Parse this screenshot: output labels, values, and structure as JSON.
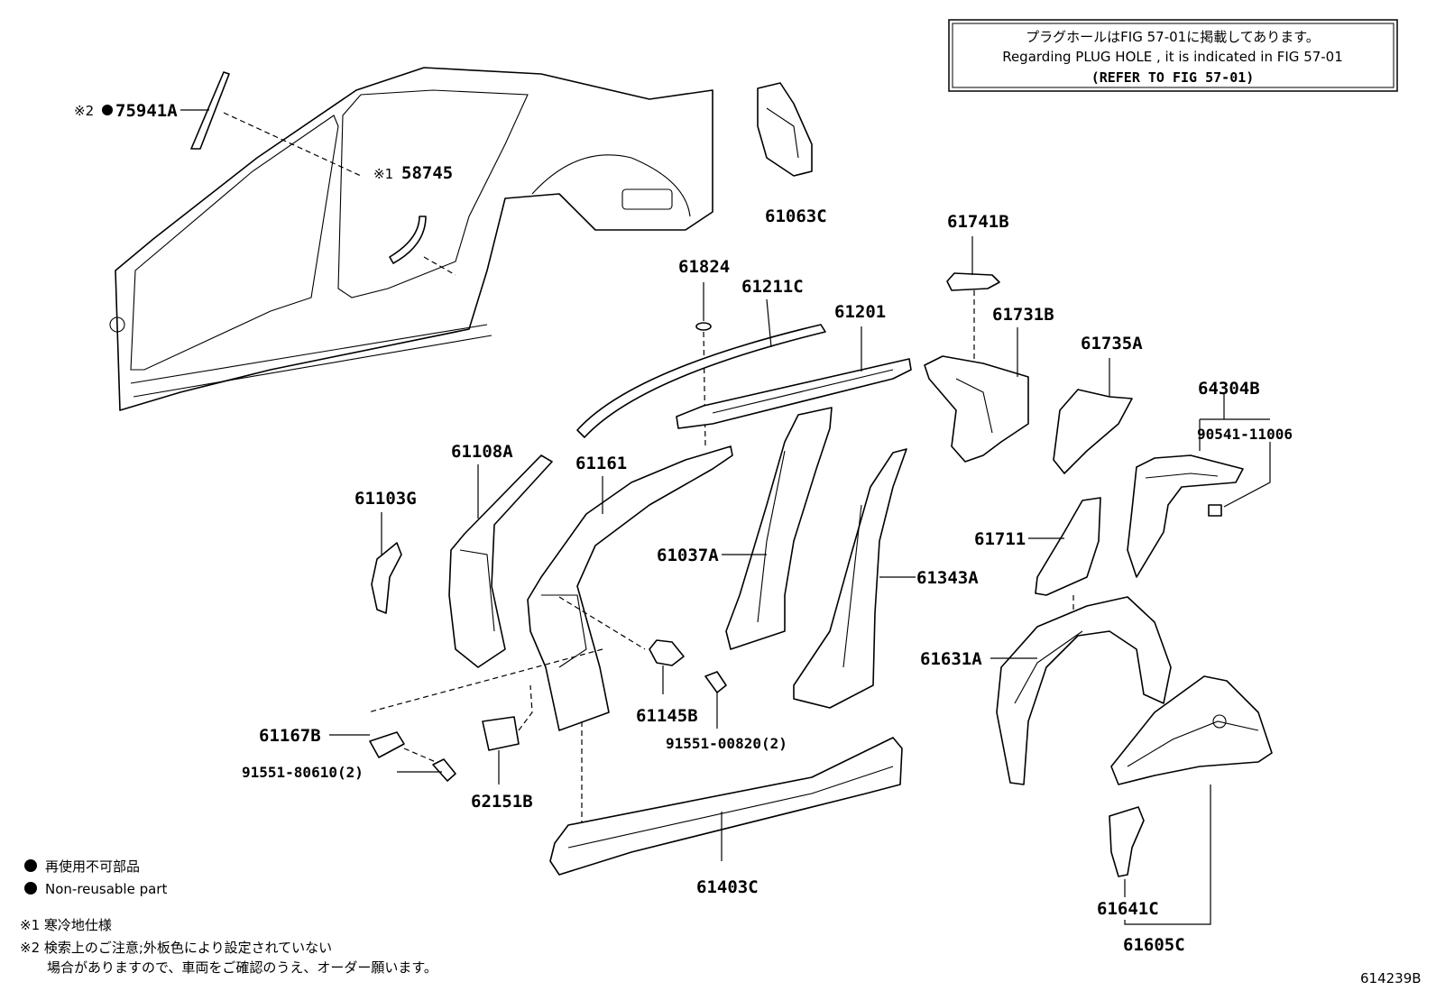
{
  "header_note": {
    "line1": "プラグホールはFIG 57-01に掲載してあります。",
    "line2": "Regarding PLUG HOLE , it is indicated in FIG 57-01",
    "line3": "(REFER TO FIG 57-01)"
  },
  "parts": {
    "p75941A": "75941A",
    "p75941A_mark": "※2",
    "p58745": "58745",
    "p58745_mark": "※1",
    "p61063C": "61063C",
    "p61741B": "61741B",
    "p61824": "61824",
    "p61211C": "61211C",
    "p61201": "61201",
    "p61731B": "61731B",
    "p61735A": "61735A",
    "p64304B": "64304B",
    "p90541": "90541-11006",
    "p61108A": "61108A",
    "p61161": "61161",
    "p61103G": "61103G",
    "p61037A": "61037A",
    "p61343A": "61343A",
    "p61711": "61711",
    "p61631A": "61631A",
    "p61167B": "61167B",
    "p61145B": "61145B",
    "p91551_00820": "91551-00820(2)",
    "p91551_80610": "91551-80610(2)",
    "p62151B": "62151B",
    "p61403C": "61403C",
    "p61641C": "61641C",
    "p61605C": "61605C"
  },
  "legend": {
    "nonreusable_jp": "再使用不可部品",
    "nonreusable_en": "Non-reusable part",
    "note1": "※1 寒冷地仕様",
    "note2_line1": "※2 検索上のご注意;外板色により設定されていない",
    "note2_line2": "場合がありますので、車両をご確認のうえ、オーダー願います。"
  },
  "figure_id": "614239B"
}
